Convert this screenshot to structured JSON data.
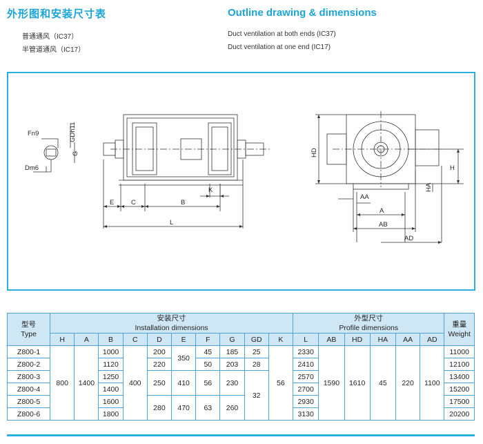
{
  "header": {
    "title_cn": "外形图和安装尺寸表",
    "title_en": "Outline drawing & dimensions",
    "note1_cn": "普通通风（IC37）",
    "note2_cn": "半管道通风（IC17）",
    "note1_en": "Duct ventilation at both ends (IC37)",
    "note2_en": "Duct ventilation at one end (IC17)"
  },
  "drawing": {
    "labels": {
      "fn9": "Fn9",
      "gdh11": "GDh11",
      "g": "G",
      "dm6": "Dm6",
      "e": "E",
      "c": "C",
      "b": "B",
      "k": "K",
      "l": "L",
      "hd": "HD",
      "h": "H",
      "ha": "HA",
      "aa": "AA",
      "a": "A",
      "ab": "AB",
      "ad": "AD"
    }
  },
  "table": {
    "type_cn": "型号",
    "type_en": "Type",
    "install_cn": "安装尺寸",
    "install_en": "Installation dimensions",
    "profile_cn": "外型尺寸",
    "profile_en": "Profile dimensions",
    "weight_cn": "重量",
    "weight_en": "Weight",
    "columns": [
      "H",
      "A",
      "B",
      "C",
      "D",
      "E",
      "F",
      "G",
      "GD",
      "K",
      "L",
      "AB",
      "HD",
      "HA",
      "AA",
      "AD"
    ],
    "types": [
      "Z800-1",
      "Z800-2",
      "Z800-3",
      "Z800-4",
      "Z800-5",
      "Z800-6"
    ],
    "H": "800",
    "A": "1400",
    "B": [
      "1000",
      "1120",
      "1250",
      "1400",
      "1600",
      "1800"
    ],
    "C": "400",
    "D": [
      "200",
      "220",
      "250",
      "280"
    ],
    "E": [
      "350",
      "410",
      "470"
    ],
    "F": [
      "45",
      "50",
      "56",
      "63"
    ],
    "G": [
      "185",
      "203",
      "230",
      "260"
    ],
    "GD": [
      "25",
      "28",
      "32"
    ],
    "K": "56",
    "L": [
      "2330",
      "2410",
      "2570",
      "2700",
      "2930",
      "3130"
    ],
    "AB": "1590",
    "HD": "1610",
    "HA": "45",
    "AA": "220",
    "AD": "1100",
    "weight": [
      "11000",
      "12100",
      "13400",
      "15200",
      "17500",
      "20200"
    ]
  }
}
